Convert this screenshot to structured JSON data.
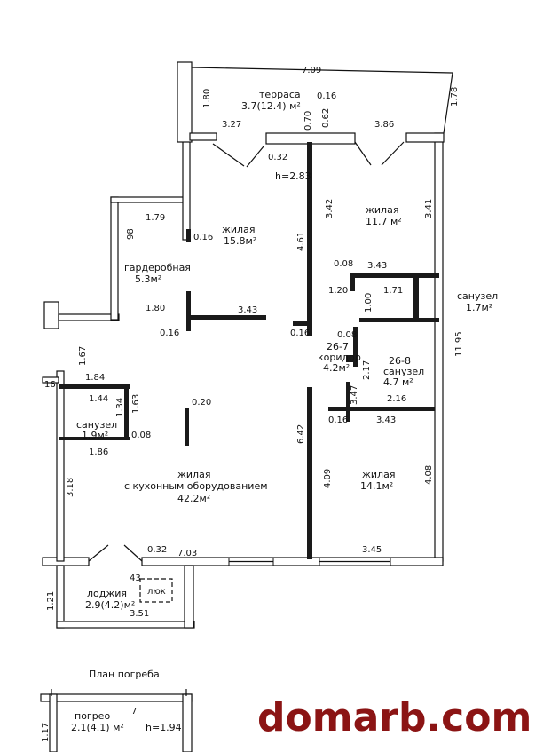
{
  "rooms": {
    "terrace": {
      "name": "терраса",
      "area": "3.7(12.4) м²"
    },
    "living1": {
      "name": "жилая",
      "area": "15.8м²"
    },
    "living2": {
      "name": "жилая",
      "area": "11.7 м²"
    },
    "wardrobe": {
      "name": "гардеробная",
      "area": "5.3м²"
    },
    "bath1": {
      "name": "санузел",
      "area": "1.7м²"
    },
    "corridor": {
      "name": "коридор",
      "area": "4.2м²",
      "code": "26-7"
    },
    "bath2": {
      "name": "санузел",
      "area": "4.7 м²",
      "code": "26-8"
    },
    "bath3": {
      "name": "санузел",
      "area": "1.9м²"
    },
    "living_kitchen": {
      "name": "жилая",
      "subtitle": "с кухонным оборудованием",
      "area": "42.2м²"
    },
    "living3": {
      "name": "жилая",
      "area": "14.1м²"
    },
    "loggia": {
      "name": "лоджия",
      "area": "2.9(4.2)м²"
    },
    "hatch": {
      "name": "люк"
    },
    "cellar": {
      "name": "погрео",
      "area": "2.1(4.1) м²",
      "height": "h=1.94"
    }
  },
  "ceiling_height": "h=2.83",
  "cellar_plan_title": "План погреба",
  "dimensions": {
    "top_width": "7.09",
    "terrace_left": "1.80",
    "terrace_right": "1.78",
    "terrace_w1": "3.27",
    "terrace_w2": "3.86",
    "d016a": "0.16",
    "d070": "0.70",
    "d062": "0.62",
    "d032a": "0.32",
    "d342": "3.42",
    "d341": "3.41",
    "d179": "1.79",
    "d098": "98",
    "d016b": "0.16",
    "d461": "4.61",
    "d008a": "0.08",
    "d343a": "3.43",
    "d120": "1.20",
    "d171": "1.71",
    "d100": "1.00",
    "d180": "1.80",
    "d343b": "3.43",
    "d016c": "0.16",
    "d016d": "0.16",
    "d008b": "0.08",
    "d217": "2.17",
    "d1195": "11.95",
    "d167": "1.67",
    "d184": "1.84",
    "d16": "16",
    "d144": "1.44",
    "d134": "1.34",
    "d163": "1.63",
    "d020": "0.20",
    "d347": "3.47",
    "d216": "2.16",
    "d016e": "0.16",
    "d343c": "3.43",
    "d642": "6.42",
    "d008c": "0.08",
    "d186": "1.86",
    "d318": "3.18",
    "d409": "4.09",
    "d408": "4.08",
    "d032b": "0.32",
    "d703": "7.03",
    "d345": "3.45",
    "d43": "43",
    "d121": "1.21",
    "d351": "3.51",
    "d117": "1.17",
    "d7": "7"
  },
  "watermark": "domarb.com"
}
